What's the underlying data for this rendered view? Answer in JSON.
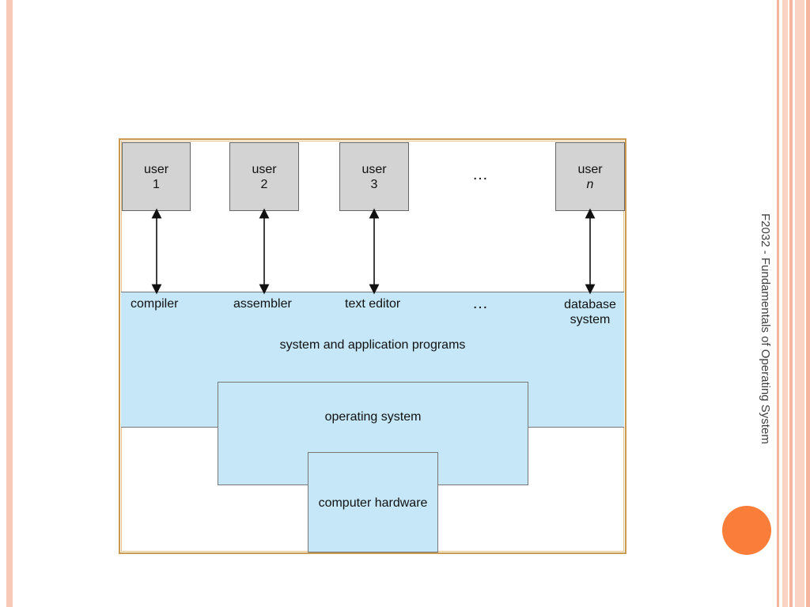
{
  "slide": {
    "side_title": "F2032 - Fundamentals of Operating System"
  },
  "users": [
    {
      "label": "user",
      "num": "1"
    },
    {
      "label": "user",
      "num": "2"
    },
    {
      "label": "user",
      "num": "3"
    },
    {
      "label": "user",
      "num": "n"
    }
  ],
  "ellipsis": "…",
  "programs": {
    "compiler": "compiler",
    "assembler": "assembler",
    "text_editor": "text editor",
    "database_line1": "database",
    "database_line2": "system",
    "layer_label": "system and application programs"
  },
  "layers": {
    "operating_system": "operating system",
    "computer_hardware": "computer hardware"
  },
  "colors": {
    "user_box": "#d3d3d3",
    "layer_fill": "#c5e7f8",
    "frame": "#c99a4f",
    "accent_circle": "#fb7d3a"
  }
}
